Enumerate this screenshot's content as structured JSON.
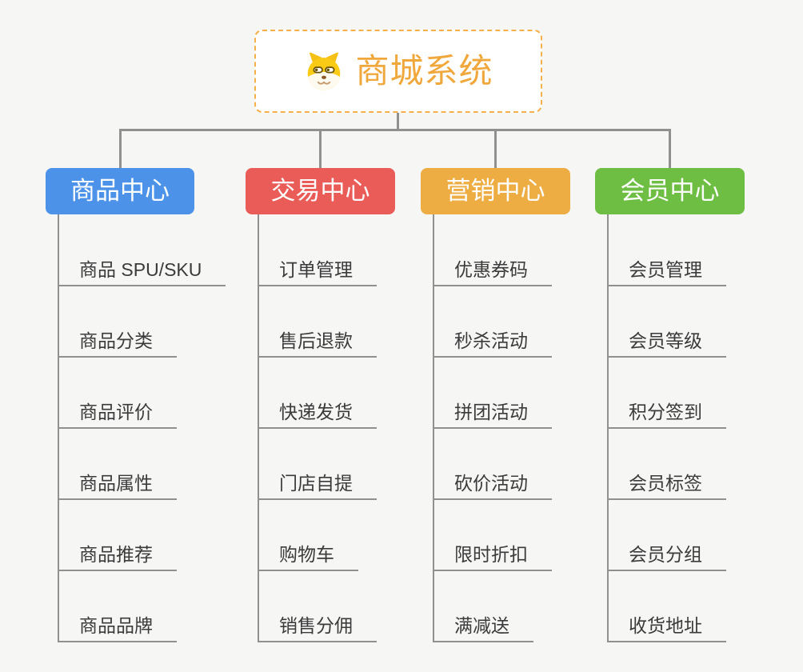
{
  "app": {
    "type": "mindmap",
    "background_color": "#f6f6f5",
    "connector_color": "#909090"
  },
  "root": {
    "label": "商城系统",
    "icon": "doge-face-icon",
    "text_color": "#f0a73c",
    "border_color": "#f5b04c",
    "fill_color": "#ffffff"
  },
  "branches": [
    {
      "label": "商品中心",
      "color": "#4b92e8",
      "items": [
        "商品 SPU/SKU",
        "商品分类",
        "商品评价",
        "商品属性",
        "商品推荐",
        "商品品牌"
      ]
    },
    {
      "label": "交易中心",
      "color": "#e95c58",
      "items": [
        "订单管理",
        "售后退款",
        "快递发货",
        "门店自提",
        "购物车",
        "销售分佣"
      ]
    },
    {
      "label": "营销中心",
      "color": "#edad42",
      "items": [
        "优惠券码",
        "秒杀活动",
        "拼团活动",
        "砍价活动",
        "限时折扣",
        "满减送"
      ]
    },
    {
      "label": "会员中心",
      "color": "#6ebe44",
      "items": [
        "会员管理",
        "会员等级",
        "积分签到",
        "会员标签",
        "会员分组",
        "收货地址"
      ]
    }
  ]
}
